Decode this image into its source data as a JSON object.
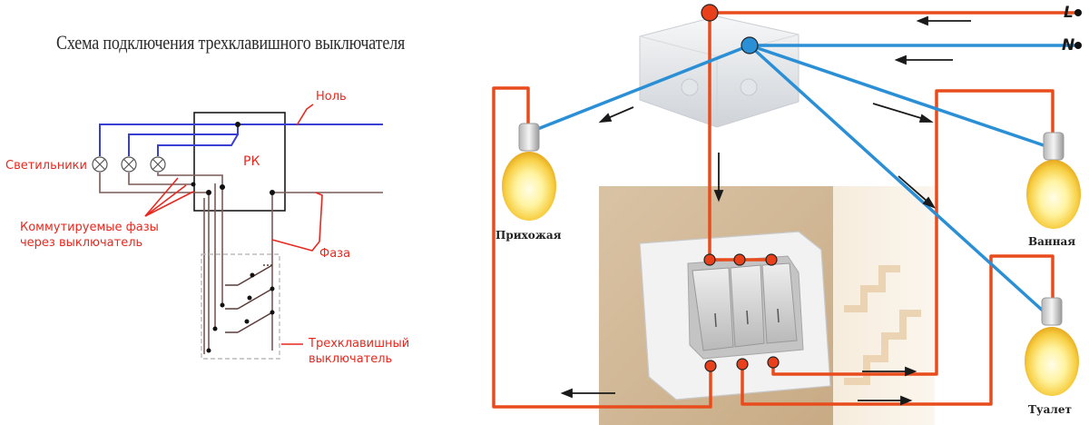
{
  "left_diagram": {
    "title": "Схема подключения трехклавишного выключателя",
    "labels": {
      "neutral": "Ноль",
      "lamps": "Светильники",
      "junction_box": "РК",
      "switched_phases_line1": "Коммутируемые фазы",
      "switched_phases_line2": "через выключатель",
      "phase": "Фаза",
      "switch_line1": "Трехклавишный",
      "switch_line2": "выключатель"
    },
    "colors": {
      "neutral_wire": "#3a3fd4",
      "phase_wire": "#7a5a58",
      "label": "#e8281e"
    }
  },
  "right_diagram": {
    "wire_labels": {
      "line": "L",
      "neutral": "N"
    },
    "lamp_labels": {
      "hallway": "Прихожая",
      "bathroom": "Ванная",
      "toilet": "Туалет"
    },
    "colors": {
      "phase_wire": "#e84c1c",
      "neutral_wire": "#2b8fd6",
      "terminal": "#e8401a"
    }
  }
}
